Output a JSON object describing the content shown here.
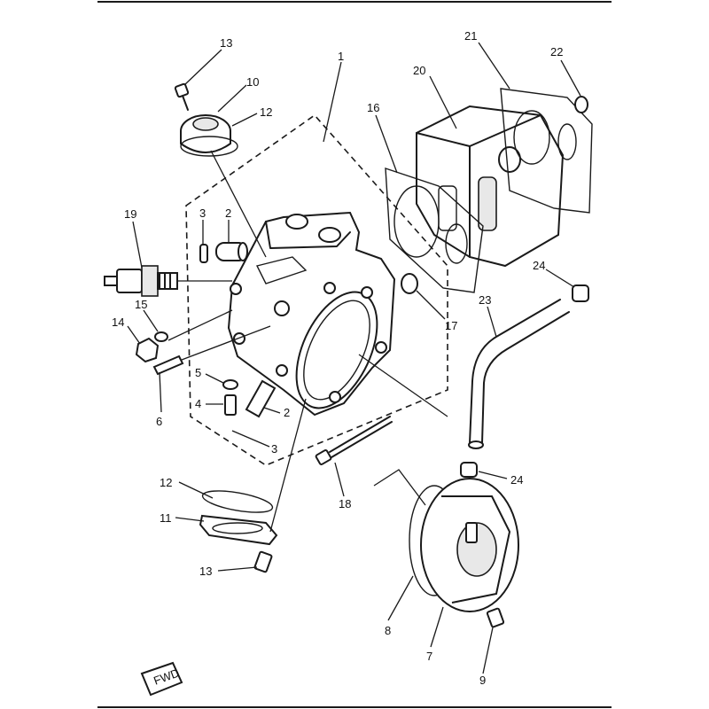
{
  "callouts": [
    {
      "id": "c13a",
      "label": "13"
    },
    {
      "id": "c10",
      "label": "10"
    },
    {
      "id": "c12a",
      "label": "12"
    },
    {
      "id": "c1",
      "label": "1"
    },
    {
      "id": "c21",
      "label": "21"
    },
    {
      "id": "c22",
      "label": "22"
    },
    {
      "id": "c20",
      "label": "20"
    },
    {
      "id": "c16",
      "label": "16"
    },
    {
      "id": "c3a",
      "label": "3"
    },
    {
      "id": "c2a",
      "label": "2"
    },
    {
      "id": "c19",
      "label": "19"
    },
    {
      "id": "c24a",
      "label": "24"
    },
    {
      "id": "c15",
      "label": "15"
    },
    {
      "id": "c14",
      "label": "14"
    },
    {
      "id": "c23",
      "label": "23"
    },
    {
      "id": "c17",
      "label": "17"
    },
    {
      "id": "c5",
      "label": "5"
    },
    {
      "id": "c6",
      "label": "6"
    },
    {
      "id": "c4",
      "label": "4"
    },
    {
      "id": "c2b",
      "label": "2"
    },
    {
      "id": "c3b",
      "label": "3"
    },
    {
      "id": "c24b",
      "label": "24"
    },
    {
      "id": "c12b",
      "label": "12"
    },
    {
      "id": "c18",
      "label": "18"
    },
    {
      "id": "c11",
      "label": "11"
    },
    {
      "id": "c13b",
      "label": "13"
    },
    {
      "id": "c8",
      "label": "8"
    },
    {
      "id": "c7",
      "label": "7"
    },
    {
      "id": "c9",
      "label": "9"
    }
  ],
  "front_mark": "FWD",
  "colors": {
    "ink": "#1a1a1a",
    "paper": "#ffffff"
  }
}
